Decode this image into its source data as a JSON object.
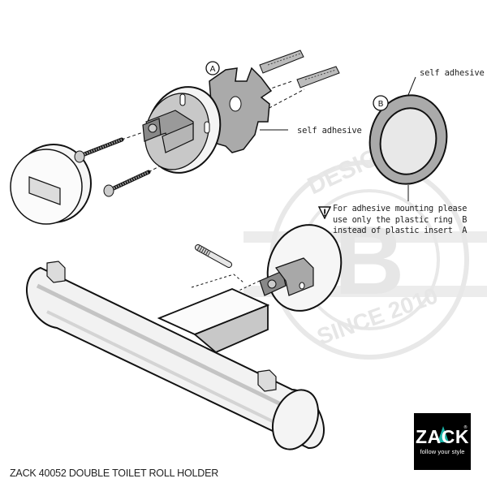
{
  "labels": {
    "self_adhesive_insert": "self adhesive",
    "self_adhesive_ring": "self adhesive",
    "part_a": "A",
    "part_b": "B"
  },
  "warning": {
    "icon": "warning-triangle-icon",
    "lines": [
      "For adhesive mounting please",
      "use only the plastic ring  B",
      "instead of plastic insert  A"
    ]
  },
  "watermark": {
    "top_text": "DESIGN ST",
    "center_letter": "B",
    "bottom_text": "SINCE 2010"
  },
  "caption": "ZACK 40052 DOUBLE TOILET ROLL HOLDER",
  "logo": {
    "brand": "ZACK",
    "tagline": "follow your style",
    "registered": "®",
    "background": "#000000",
    "accent": "#1ab0a5"
  },
  "colors": {
    "line": "#111111",
    "part_fill": "#f2f2f2",
    "grey_fill": "#b8b8b8",
    "dark_grey": "#8a8a8a",
    "watermark": "#e6e6e6"
  }
}
